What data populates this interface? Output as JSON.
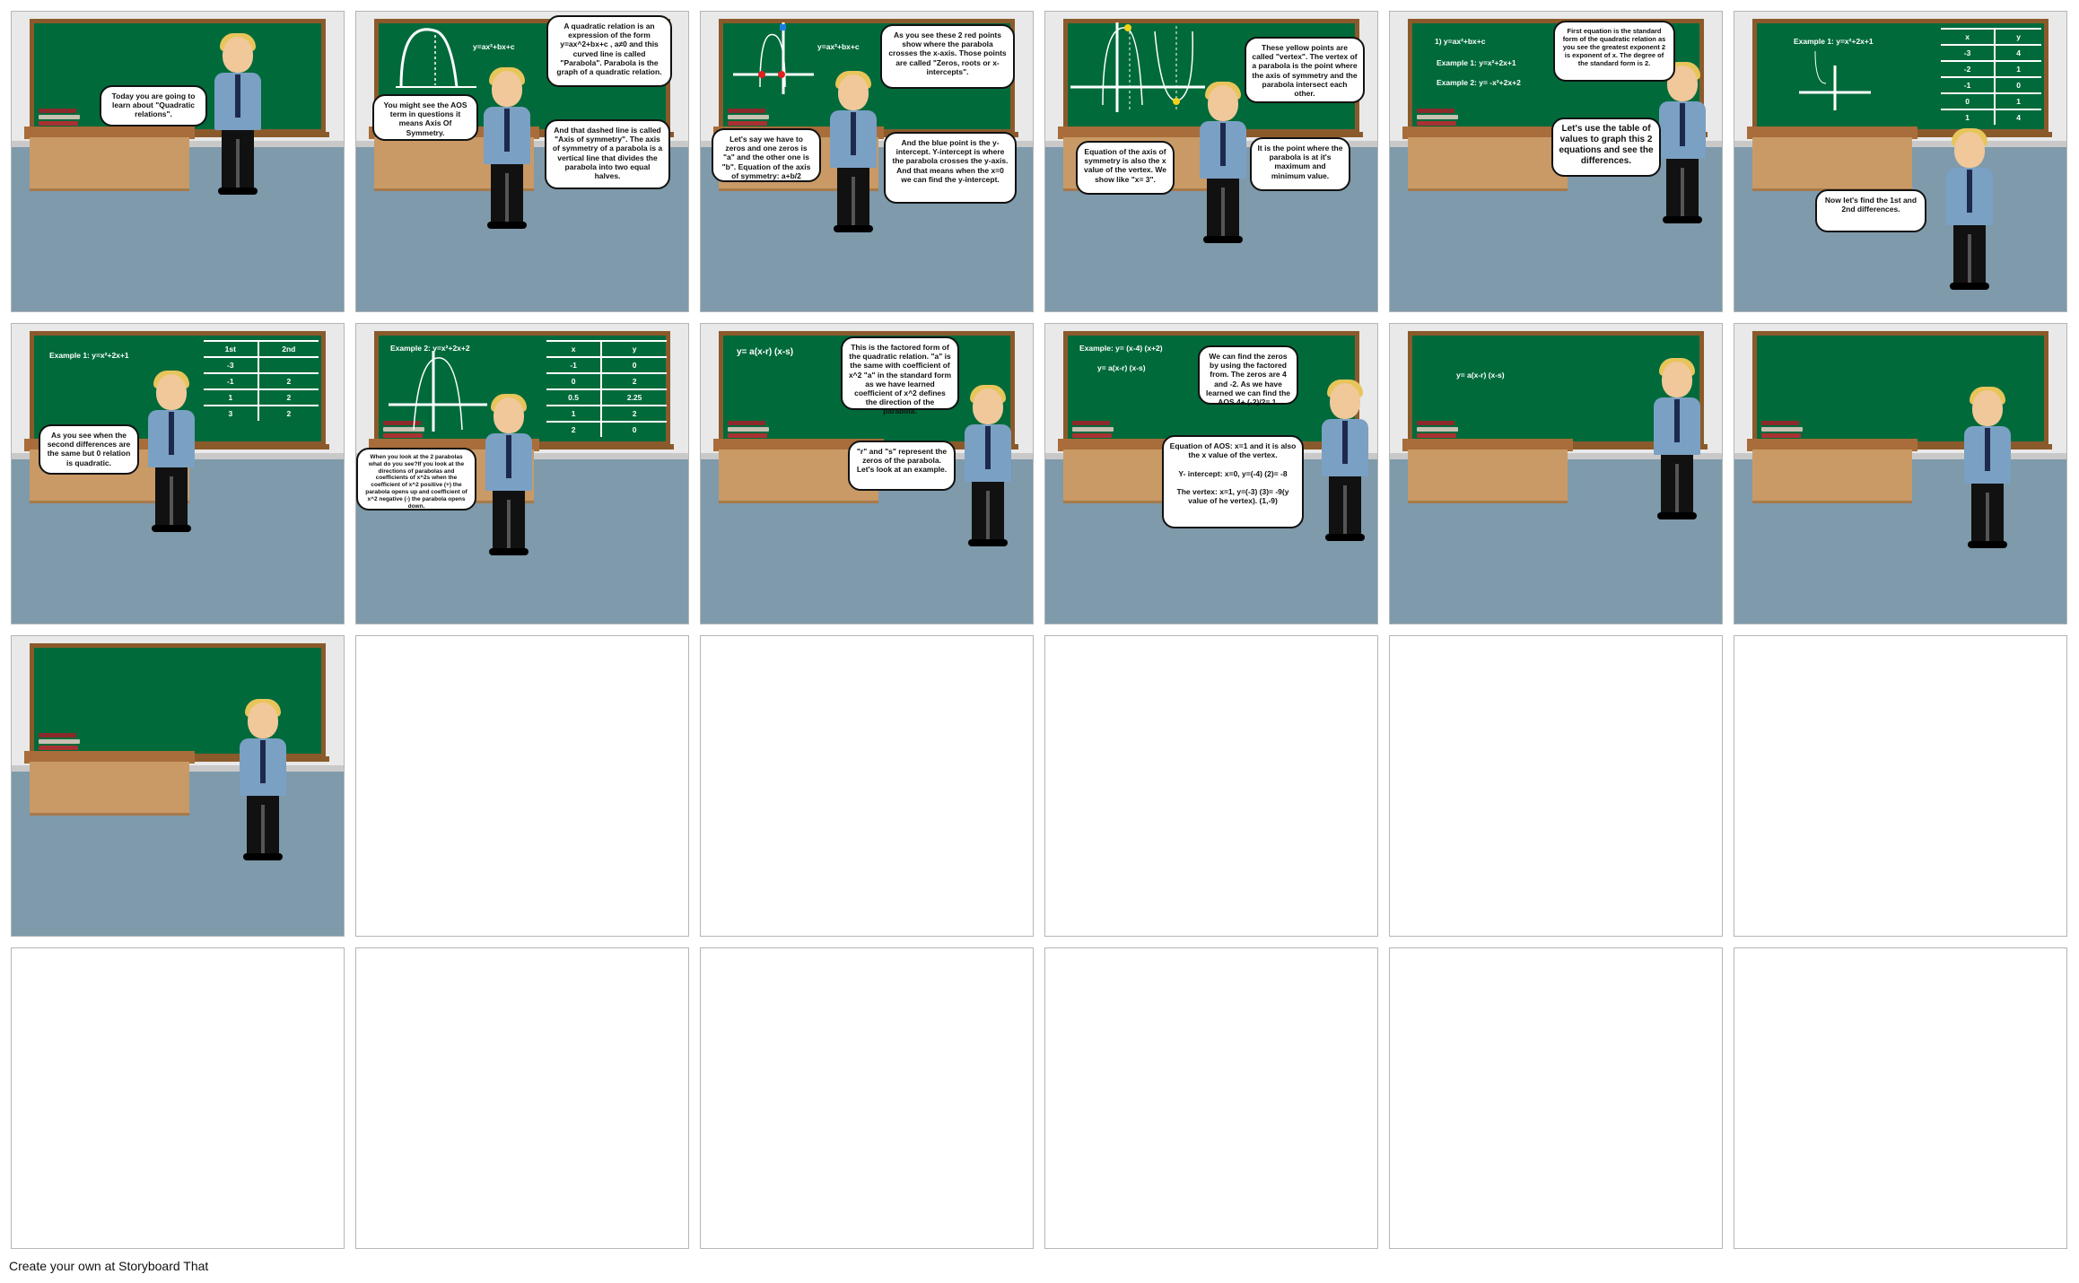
{
  "footer": {
    "text": "Create your own at Storyboard That"
  },
  "colors": {
    "board": "#006a3b",
    "frame": "#8b5a2b",
    "wall": "#e9e9e9",
    "floor": "#7e9aab",
    "desk": "#c99a66"
  },
  "panels": {
    "p1": {
      "bubble": "Today you are going to learn about \"Quadratic relations\"."
    },
    "p2": {
      "board": "y=ax²+bx+c",
      "bubble1": "A quadratic relation is an expression of the form y=ax^2+bx+c , a≠0 and this curved line is called \"Parabola\". Parabola is the graph of a quadratic relation.",
      "bubble2": "You might see the AOS term in questions it means Axis Of Symmetry.",
      "bubble3": "And that dashed line is called \"Axis of symmetry\". The axis of symmetry of a parabola is a vertical line that divides the parabola into two equal halves."
    },
    "p3": {
      "board": "y=ax²+bx+c",
      "bubble1": "As you see these 2 red points show where the parabola crosses the x-axis. Those points are called \"Zeros, roots or x-intercepts\".",
      "bubble2": "Let's say we have to zeros and one zeros is \"a\" and the other one is \"b\". Equation of the axis of symmetry: a+b/2",
      "bubble3": "And the blue point is the y-intercept. Y-intercept is where the parabola crosses the y-axis. And that means when the x=0 we can find the y-intercept."
    },
    "p4": {
      "bubble1": "These yellow points are called \"vertex\". The vertex of a parabola is the point where the axis of symmetry and the parabola intersect each other.",
      "bubble2": "Equation of the axis of symmetry is also the x value of the vertex. We show like \"x= 3\".",
      "bubble3": "It is the point where the parabola is at it's maximum and minimum value."
    },
    "p5": {
      "board1": "1) y=ax²+bx+c",
      "board2": "Example 1: y=x²+2x+1",
      "board3": "Example 2: y= -x²+2x+2",
      "bubble1": "First equation is the standard form of the quadratic relation as you see the greatest exponent 2 is exponent of x. The degree of the standard form is 2.",
      "bubble2": "Let's use the table of values to graph this 2 equations and see the differences."
    },
    "p6": {
      "board": "Example 1: y=x²+2x+1",
      "bubble": "Now let's find the 1st and 2nd differences.",
      "table_head": [
        "x",
        "y"
      ],
      "rows": [
        [
          "-3",
          "4"
        ],
        [
          "-2",
          "1"
        ],
        [
          "-1",
          "0"
        ],
        [
          "0",
          "1"
        ],
        [
          "1",
          "4"
        ]
      ]
    },
    "p7": {
      "board": "Example 1: y=x²+2x+1",
      "bubble": "As you see when the second differences are the same but 0 relation is quadratic.",
      "table_head": [
        "1st",
        "2nd"
      ],
      "rows": [
        [
          "-3",
          ""
        ],
        [
          "-1",
          "2"
        ],
        [
          "1",
          "2"
        ],
        [
          "3",
          "2"
        ]
      ]
    },
    "p8": {
      "board": "Example 2: y=x²+2x+2",
      "bubble": "When you look at the 2 parabolas what do you see?If you look at the directions of parabolas and coefficients of x^2s when the coefficient of x^2 positive (+) the parabola opens up and coefficient of x^2 negative (-) the parabola opens down.",
      "table_head": [
        "x",
        "y"
      ],
      "rows": [
        [
          "-1",
          "0"
        ],
        [
          "0",
          "2"
        ],
        [
          "0.5",
          "2.25"
        ],
        [
          "1",
          "2"
        ],
        [
          "2",
          "0"
        ]
      ]
    },
    "p9": {
      "board": "y= a(x-r) (x-s)",
      "bubble1": "This is the factored form of the quadratic relation. \"a\" is the same with coefficient of x^2 \"a\" in the standard form as we have learned coefficient of x^2 defines the direction of the parabola.",
      "bubble2": "\"r\" and \"s\" represent the zeros of the parabola. Let's look at an example."
    },
    "p10": {
      "board1": "Example: y= (x-4) (x+2)",
      "board2": "y= a(x-r) (x-s)",
      "bubble1": "We can find the zeros by using the factored from. The zeros are 4 and -2. As we have learned we can find the AOS 4+ (-2)/2= 1.",
      "bubble2": "Equation of AOS: x=1 and it is also the x value of the vertex.\n\nY- intercept: x=0, y=(-4) (2)= -8\n\nThe vertex: x=1, y=(-3) (3)= -9(y value of he vertex). (1,-9)"
    },
    "p11": {
      "board": "y= a(x-r) (x-s)"
    }
  }
}
